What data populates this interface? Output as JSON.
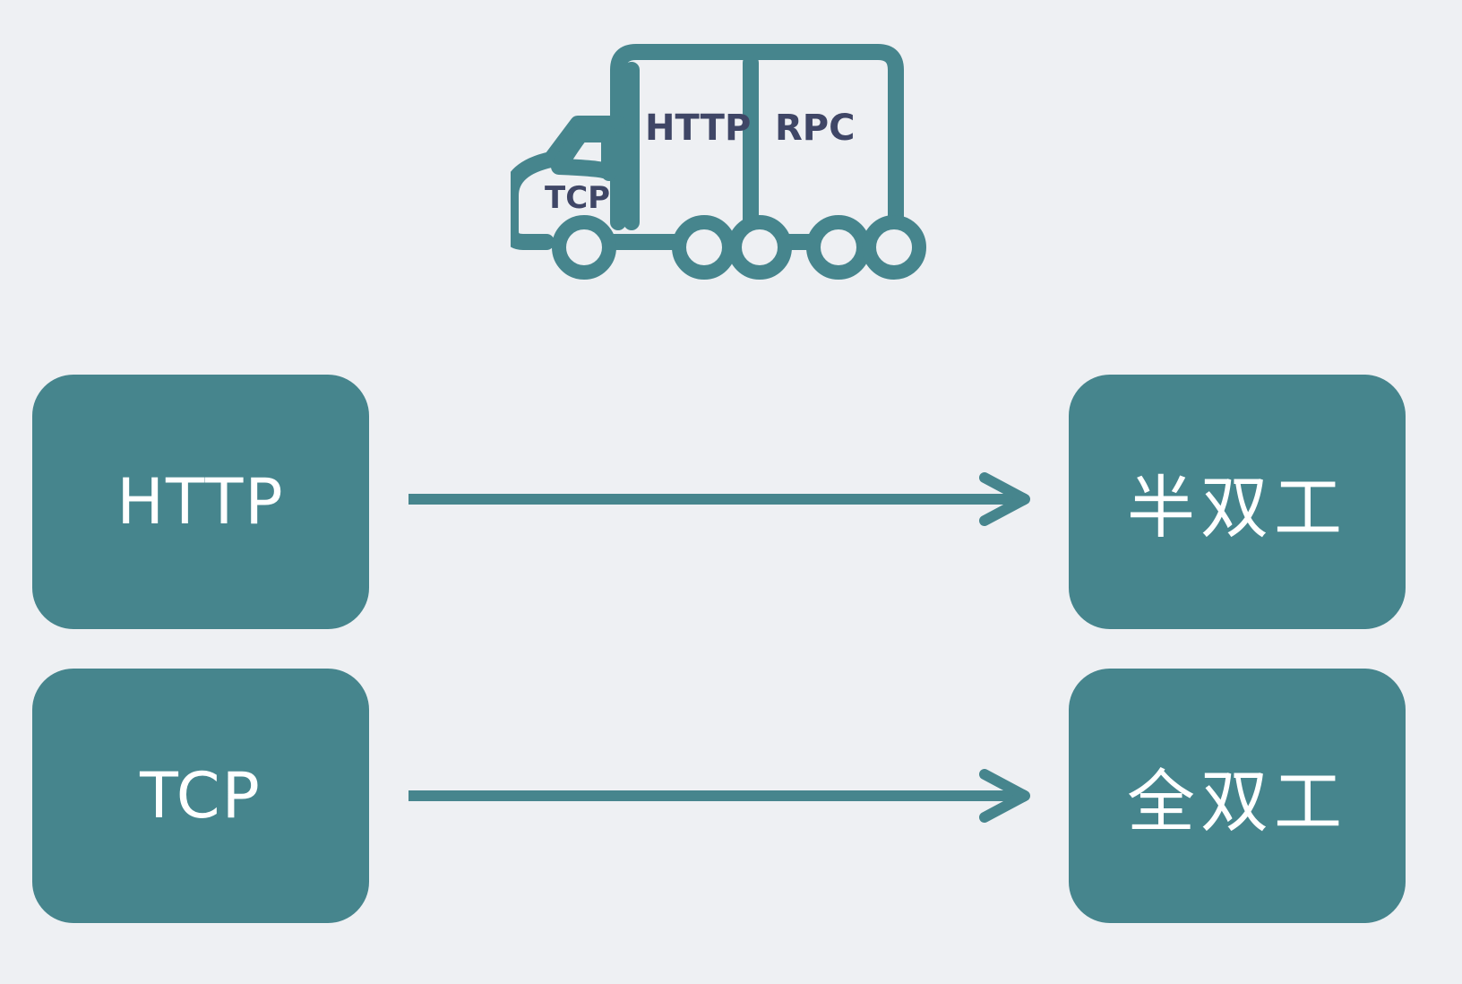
{
  "truck": {
    "cab_label": "TCP",
    "container_1_label": "HTTP",
    "container_2_label": "RPC",
    "color": "#46858d"
  },
  "rows": [
    {
      "protocol": "HTTP",
      "mode": "半双工"
    },
    {
      "protocol": "TCP",
      "mode": "全双工"
    }
  ],
  "colors": {
    "box": "#46858d",
    "background": "#eef0f3",
    "truck_text": "#3f4666"
  }
}
